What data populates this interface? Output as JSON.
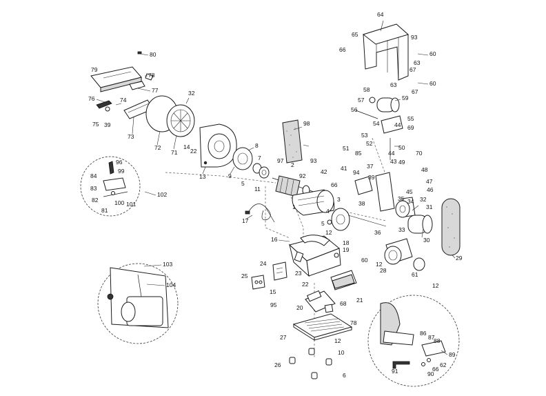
{
  "labels": {
    "l80": "80",
    "l79": "79",
    "l77": "77",
    "l78a": "78",
    "l76": "76",
    "l74": "74",
    "l75": "75",
    "l39": "39",
    "l73": "73",
    "l72": "72",
    "l71": "71",
    "l32": "32",
    "l14": "14",
    "l22": "22",
    "l13": "13",
    "l9": "9",
    "l8": "8",
    "l7": "7",
    "l5a": "5",
    "l11": "11",
    "l97": "97",
    "l2": "2",
    "l93a": "93",
    "l92": "92",
    "l96": "96",
    "l99": "99",
    "l84": "84",
    "l83": "83",
    "l82": "82",
    "l81": "81",
    "l100": "100",
    "l101": "101",
    "l102": "102",
    "l98": "98",
    "l17": "17",
    "l1": "1",
    "l3": "3",
    "l5b": "5",
    "l4": "4",
    "l12a": "12",
    "l18": "18",
    "l19": "19",
    "l16": "16",
    "l24": "24",
    "l25": "25",
    "l15": "15",
    "l23": "23",
    "l22b": "22",
    "l95": "95",
    "l20": "20",
    "l21": "21",
    "l68": "68",
    "l78b": "78",
    "l27": "27",
    "l12b": "12",
    "l10": "10",
    "l26": "26",
    "l6": "6",
    "l103": "103",
    "l104": "104",
    "l64": "64",
    "l65": "65",
    "l66a": "66",
    "l93b": "93",
    "l60a": "60",
    "l63a": "63",
    "l67a": "67",
    "l60b": "60",
    "l63b": "63",
    "l67b": "67",
    "l58": "58",
    "l57": "57",
    "l59": "59",
    "l56": "56",
    "l55": "55",
    "l54": "54",
    "l44a": "44",
    "l69": "69",
    "l53": "53",
    "l52": "52",
    "l51": "51",
    "l85": "85",
    "l50": "50",
    "l70": "70",
    "l44b": "44",
    "l43": "43",
    "l49": "49",
    "l48": "48",
    "l41": "41",
    "l94": "94",
    "l42": "42",
    "l66b": "66",
    "l37": "37",
    "l39b": "39",
    "l47": "47",
    "l45": "45",
    "l46": "46",
    "l38": "38",
    "l35": "35",
    "l34": "34",
    "l33": "33",
    "l32b": "32",
    "l31": "31",
    "l36": "36",
    "l30": "30",
    "l29": "29",
    "l60c": "60",
    "l12c": "12",
    "l28": "28",
    "l61": "61",
    "l12d": "12",
    "l86": "86",
    "l87": "87",
    "l88": "88",
    "l89": "89",
    "l62": "62",
    "l66c": "66",
    "l90": "90",
    "l91": "91"
  }
}
